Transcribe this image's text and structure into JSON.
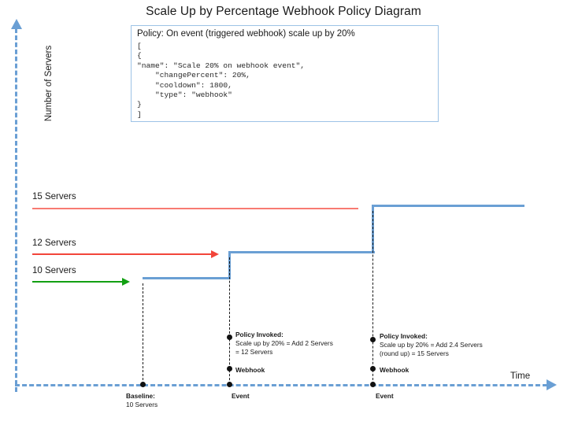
{
  "title": "Scale Up by Percentage Webhook Policy Diagram",
  "policy_box": {
    "heading": "Policy: On event (triggered webhook) scale up by 20%",
    "code": "[\n{\n\"name\": \"Scale 20% on webhook event\",\n    \"changePercent\": 20%,\n    \"cooldown\": 1800,\n    \"type\": \"webhook\"\n}\n]"
  },
  "axes": {
    "y_label": "Number of Servers",
    "x_label": "Time",
    "axis_color": "#6a9fd4"
  },
  "levels": [
    {
      "label": "15 Servers",
      "color": "#f87a72"
    },
    {
      "label": "12 Servers",
      "color": "#f2453a"
    },
    {
      "label": "10 Servers",
      "color": "#12a012"
    }
  ],
  "step_line": {
    "color": "#6a9fd4",
    "points": [
      {
        "servers": 10,
        "at": "baseline"
      },
      {
        "servers": 12,
        "at": "event-1"
      },
      {
        "servers": 15,
        "at": "event-2"
      }
    ]
  },
  "events": [
    {
      "tick_title": "Baseline:",
      "tick_sub": "10 Servers"
    },
    {
      "tick_title": "Event",
      "webhook_label": "Webhook",
      "annotation_header": "Policy Invoked:",
      "annotation_line1": "Scale up by 20% = Add 2 Servers",
      "annotation_line2": "= 12 Servers"
    },
    {
      "tick_title": "Event",
      "webhook_label": "Webhook",
      "annotation_header": "Policy Invoked:",
      "annotation_line1": "Scale up by 20% = Add 2.4 Servers",
      "annotation_line2": "(round up) = 15 Servers"
    }
  ]
}
